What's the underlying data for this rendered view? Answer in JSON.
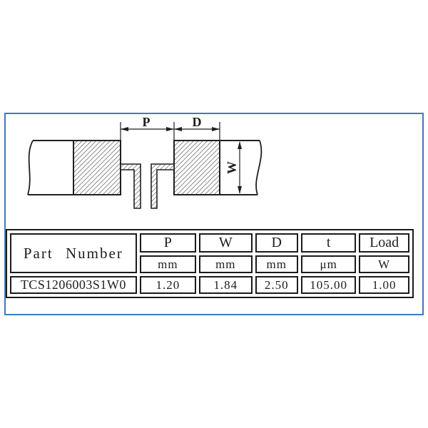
{
  "frame": {
    "border_color": "#4079bf"
  },
  "drawing": {
    "p_label": "P",
    "d_label": "D",
    "w_label": "W"
  },
  "table": {
    "part_number_label": "Part Number",
    "columns": [
      {
        "symbol": "P",
        "unit": "mm"
      },
      {
        "symbol": "W",
        "unit": "mm"
      },
      {
        "symbol": "D",
        "unit": "mm"
      },
      {
        "symbol": "t",
        "unit": "μm"
      },
      {
        "symbol": "Load",
        "unit": "W"
      }
    ],
    "row": {
      "part_number": "TCS1206003S1W0",
      "values": [
        "1.20",
        "1.84",
        "2.50",
        "105.00",
        "1.00"
      ]
    }
  },
  "colors": {
    "line": "#1f1f1f",
    "frame_blue": "#4079bf"
  }
}
